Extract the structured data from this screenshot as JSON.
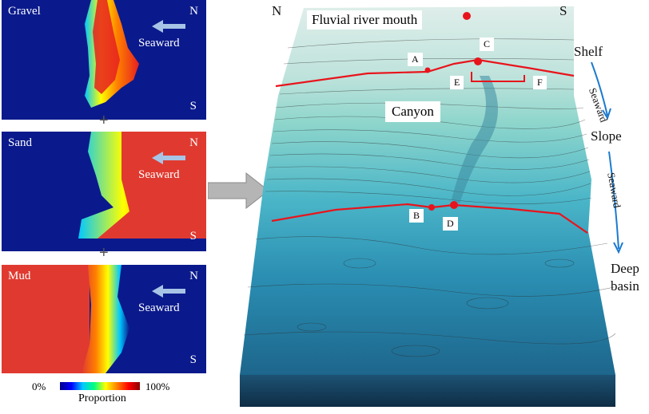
{
  "panels": [
    {
      "label": "Gravel",
      "north": "N",
      "south": "S",
      "seaward": "Seaward"
    },
    {
      "label": "Sand",
      "north": "N",
      "south": "S",
      "seaward": "Seaward"
    },
    {
      "label": "Mud",
      "north": "N",
      "south": "S",
      "seaward": "Seaward"
    }
  ],
  "plus_sign": "+",
  "colorbar": {
    "min_label": "0%",
    "max_label": "100%",
    "title": "Proportion"
  },
  "model": {
    "north": "N",
    "south": "S",
    "river_mouth": "Fluvial river mouth",
    "canyon": "Canyon",
    "shelf": "Shelf",
    "slope": "Slope",
    "deep_basin_line1": "Deep",
    "deep_basin_line2": "basin",
    "seaward_1": "Seaward",
    "seaward_2": "Seaward",
    "points": {
      "a": "A",
      "b": "B",
      "c": "C",
      "d": "D",
      "e": "E",
      "f": "F"
    }
  },
  "colors": {
    "profile_line": "#e8141c",
    "seaward_arrow": "#1b7ad0",
    "panel_arrow": "#a7c4e6"
  }
}
